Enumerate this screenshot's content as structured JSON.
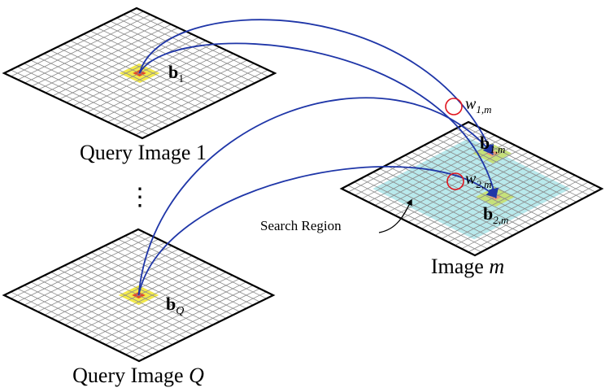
{
  "query1": {
    "caption": "Query Image 1",
    "block_label": "b",
    "block_subscript": "1"
  },
  "ellipsis": "⋮",
  "queryQ": {
    "caption_prefix": "Query Image ",
    "caption_var": "Q",
    "block_label": "b",
    "block_subscript": "Q"
  },
  "target": {
    "caption_prefix": "Image ",
    "caption_var": "m",
    "search_region_label": "Search Region",
    "block1_label": "b",
    "block1_subscript": "1,m",
    "block2_label": "b",
    "block2_subscript": "2,m",
    "weight1_label": "w",
    "weight1_subscript": "1,m",
    "weight2_label": "w",
    "weight2_subscript": "2,m"
  },
  "colors": {
    "grid_line": "#8a8a8a",
    "grid_border": "#000000",
    "block_outer": "#f3ea4c",
    "block_center": "#e34a2a",
    "search_fill": "#b9e9ec",
    "target_block": "#c6e17a",
    "arrow": "#1f36a8",
    "weight_circle": "#e0141e"
  }
}
